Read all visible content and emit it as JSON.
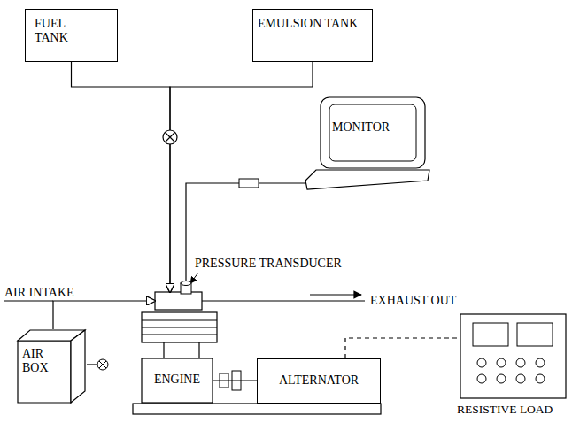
{
  "diagram": {
    "nodes": [
      {
        "text": [
          "FUEL TANK"
        ]
      },
      {
        "text": [
          "EMULSION TANK"
        ]
      },
      {
        "text": [
          "MONITOR"
        ]
      },
      {
        "text": [
          "AIR BOX"
        ]
      },
      {
        "text": [
          "ENGINE"
        ]
      },
      {
        "text": [
          "ALTERNATOR"
        ]
      },
      {
        "text": [
          "RESISTIVE LOAD"
        ]
      }
    ],
    "edges": [
      {
        "from": 0,
        "to": 4,
        "arrow": "to"
      },
      {
        "from": 1,
        "to": 4,
        "arrow": "to"
      },
      {
        "from": 2,
        "to": 4,
        "arrow": "none"
      },
      {
        "from": 3,
        "to": 4,
        "arrow": "to"
      },
      {
        "from": 4,
        "to": 5,
        "arrow": "none"
      },
      {
        "from": 5,
        "to": 6,
        "arrow": "none"
      }
    ],
    "labels": [
      "PRESSURE TRANSDUCER",
      "AIR INTAKE",
      "EXHAUST OUT"
    ]
  }
}
